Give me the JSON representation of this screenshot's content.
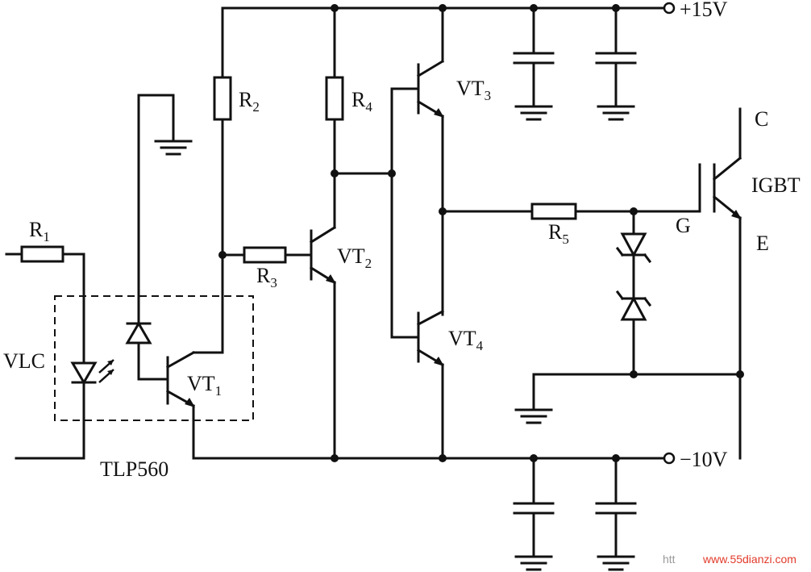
{
  "labels": {
    "supply_pos": "+15V",
    "supply_neg": "−10V",
    "r1": {
      "main": "R",
      "sub": "1"
    },
    "r2": {
      "main": "R",
      "sub": "2"
    },
    "r3": {
      "main": "R",
      "sub": "3"
    },
    "r4": {
      "main": "R",
      "sub": "4"
    },
    "r5": {
      "main": "R",
      "sub": "5"
    },
    "vt1": {
      "main": "VT",
      "sub": "1"
    },
    "vt2": {
      "main": "VT",
      "sub": "2"
    },
    "vt3": {
      "main": "VT",
      "sub": "3"
    },
    "vt4": {
      "main": "VT",
      "sub": "4"
    },
    "vlc": "VLC",
    "tlp": "TLP560",
    "igbt": "IGBT",
    "collector": "C",
    "gate": "G",
    "emitter": "E"
  },
  "watermark": {
    "prefix": "htt",
    "url": "www.55dianzi.com"
  }
}
